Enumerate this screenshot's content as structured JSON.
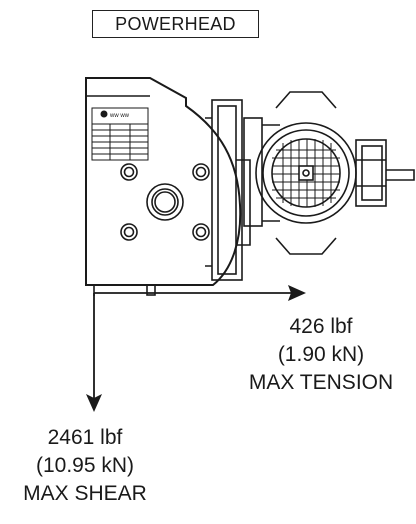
{
  "title": "POWERHEAD",
  "tension": {
    "value": "426 lbf",
    "metric": "(1.90 kN)",
    "label": "MAX TENSION"
  },
  "shear": {
    "value": "2461 lbf",
    "metric": "(10.95 kN)",
    "label": "MAX SHEAR"
  },
  "colors": {
    "line": "#1a1a1a",
    "background": "#ffffff"
  }
}
